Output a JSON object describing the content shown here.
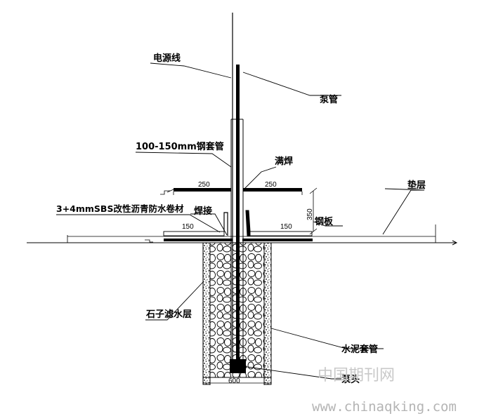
{
  "labels": {
    "power_cable": "电源线",
    "pump_pipe": "泵管",
    "steel_sleeve": "100-150mm钢套管",
    "full_weld": "满焊",
    "cushion_layer": "垫层",
    "membrane": "3+4mmSBS改性沥青防水卷材",
    "weld": "焊接",
    "steel_plate": "钢板",
    "gravel_filter": "石子滤水层",
    "cement_casing": "水泥套管",
    "pump_head": "泵头"
  },
  "dimensions": {
    "flange_left": "250",
    "flange_right": "250",
    "membrane_left": "150",
    "membrane_right": "150",
    "height": "350",
    "pit_width": "600"
  },
  "watermark": {
    "site_name_cn": "中国期刊网",
    "site_url": "www.chinaqking.com"
  }
}
